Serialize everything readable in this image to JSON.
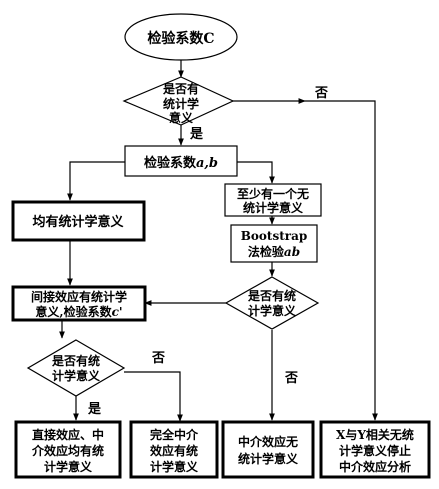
{
  "start": {
    "label": "检验系数C"
  },
  "decision1": {
    "line1": "是否有",
    "line2": "统计学",
    "line3": "意义"
  },
  "step_coef": {
    "label_main": "检验系数",
    "label_vars": "a,b"
  },
  "result_both_sig": {
    "label": "均有统计学意义"
  },
  "result_one_nonsig": {
    "line1": "至少有一个无",
    "line2": "统计学意义"
  },
  "bootstrap": {
    "line1": "Bootstrap",
    "line2_main": "法检验",
    "line2_var": "ab"
  },
  "decision_ab": {
    "line1": "是否有统",
    "line2": "计学意义"
  },
  "indirect": {
    "line1": "间接效应有统计学",
    "line2_main": "意义,检验系数",
    "line2_var": "c'"
  },
  "decision_c": {
    "line1": "是否有统",
    "line2": "计学意义"
  },
  "end_partial": {
    "line1": "直接效应、中",
    "line2": "介效应均有统",
    "line3": "计学意义"
  },
  "end_full": {
    "line1": "完全中介",
    "line2": "效应有统",
    "line3": "计学意义"
  },
  "end_no_mediation": {
    "line1": "中介效应无",
    "line2": "统计学意义"
  },
  "end_stop": {
    "line1": "X与Y相关无统",
    "line2": "计学意义停止",
    "line3": "中介效应分析"
  },
  "labels": {
    "yes": "是",
    "no": "否"
  }
}
